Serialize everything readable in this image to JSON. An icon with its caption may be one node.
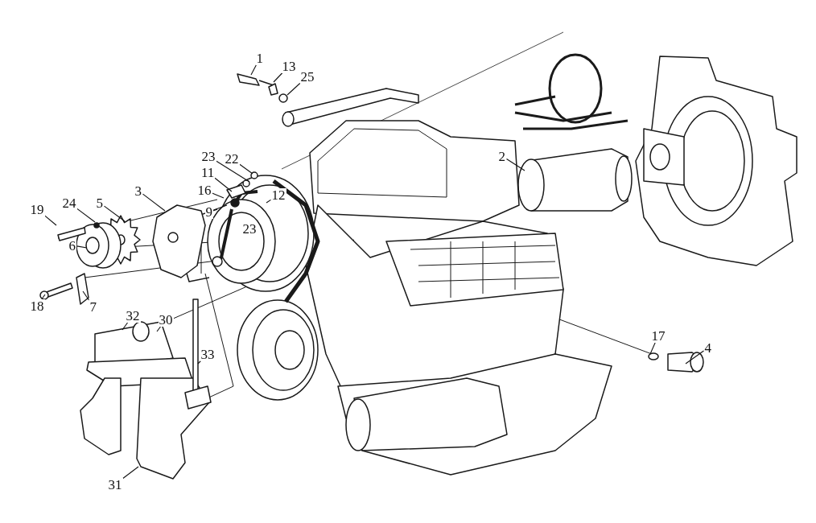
{
  "diagram": {
    "nodes": [
      {
        "text": [
          "1"
        ]
      },
      {
        "text": [
          "13"
        ]
      },
      {
        "text": [
          "25"
        ]
      },
      {
        "text": [
          "2"
        ]
      },
      {
        "text": [
          "23"
        ]
      },
      {
        "text": [
          "22"
        ]
      },
      {
        "text": [
          "11"
        ]
      },
      {
        "text": [
          "3"
        ]
      },
      {
        "text": [
          "16"
        ]
      },
      {
        "text": [
          "12"
        ]
      },
      {
        "text": [
          "24"
        ]
      },
      {
        "text": [
          "5"
        ]
      },
      {
        "text": [
          "19"
        ]
      },
      {
        "text": [
          "9"
        ]
      },
      {
        "text": [
          "6"
        ]
      },
      {
        "text": [
          "18"
        ]
      },
      {
        "text": [
          "7"
        ]
      },
      {
        "text": [
          "32"
        ]
      },
      {
        "text": [
          "30"
        ]
      },
      {
        "text": [
          "17"
        ]
      },
      {
        "text": [
          "4"
        ]
      },
      {
        "text": [
          "33"
        ]
      },
      {
        "text": [
          "31"
        ]
      }
    ],
    "edges": [
      {
        "from": 0,
        "to": null,
        "arrow": "none"
      },
      {
        "from": 1,
        "to": null,
        "arrow": "none"
      },
      {
        "from": 2,
        "to": null,
        "arrow": "none"
      },
      {
        "from": 3,
        "to": null,
        "arrow": "none"
      },
      {
        "from": 4,
        "to": null,
        "arrow": "none"
      },
      {
        "from": 5,
        "to": null,
        "arrow": "none"
      },
      {
        "from": 6,
        "to": null,
        "arrow": "none"
      },
      {
        "from": 7,
        "to": null,
        "arrow": "none"
      },
      {
        "from": 8,
        "to": null,
        "arrow": "none"
      },
      {
        "from": 9,
        "to": null,
        "arrow": "none"
      },
      {
        "from": 10,
        "to": null,
        "arrow": "none"
      },
      {
        "from": 11,
        "to": null,
        "arrow": "none"
      },
      {
        "from": 12,
        "to": null,
        "arrow": "none"
      },
      {
        "from": 13,
        "to": null,
        "arrow": "none"
      },
      {
        "from": 14,
        "to": null,
        "arrow": "none"
      },
      {
        "from": 15,
        "to": null,
        "arrow": "none"
      },
      {
        "from": 16,
        "to": null,
        "arrow": "none"
      },
      {
        "from": 17,
        "to": null,
        "arrow": "none"
      },
      {
        "from": 18,
        "to": null,
        "arrow": "none"
      },
      {
        "from": 19,
        "to": null,
        "arrow": "none"
      },
      {
        "from": 20,
        "to": null,
        "arrow": "none"
      },
      {
        "from": 21,
        "to": null,
        "arrow": "none"
      },
      {
        "from": 22,
        "to": null,
        "arrow": "none"
      }
    ],
    "labels": [
      "23"
    ]
  }
}
